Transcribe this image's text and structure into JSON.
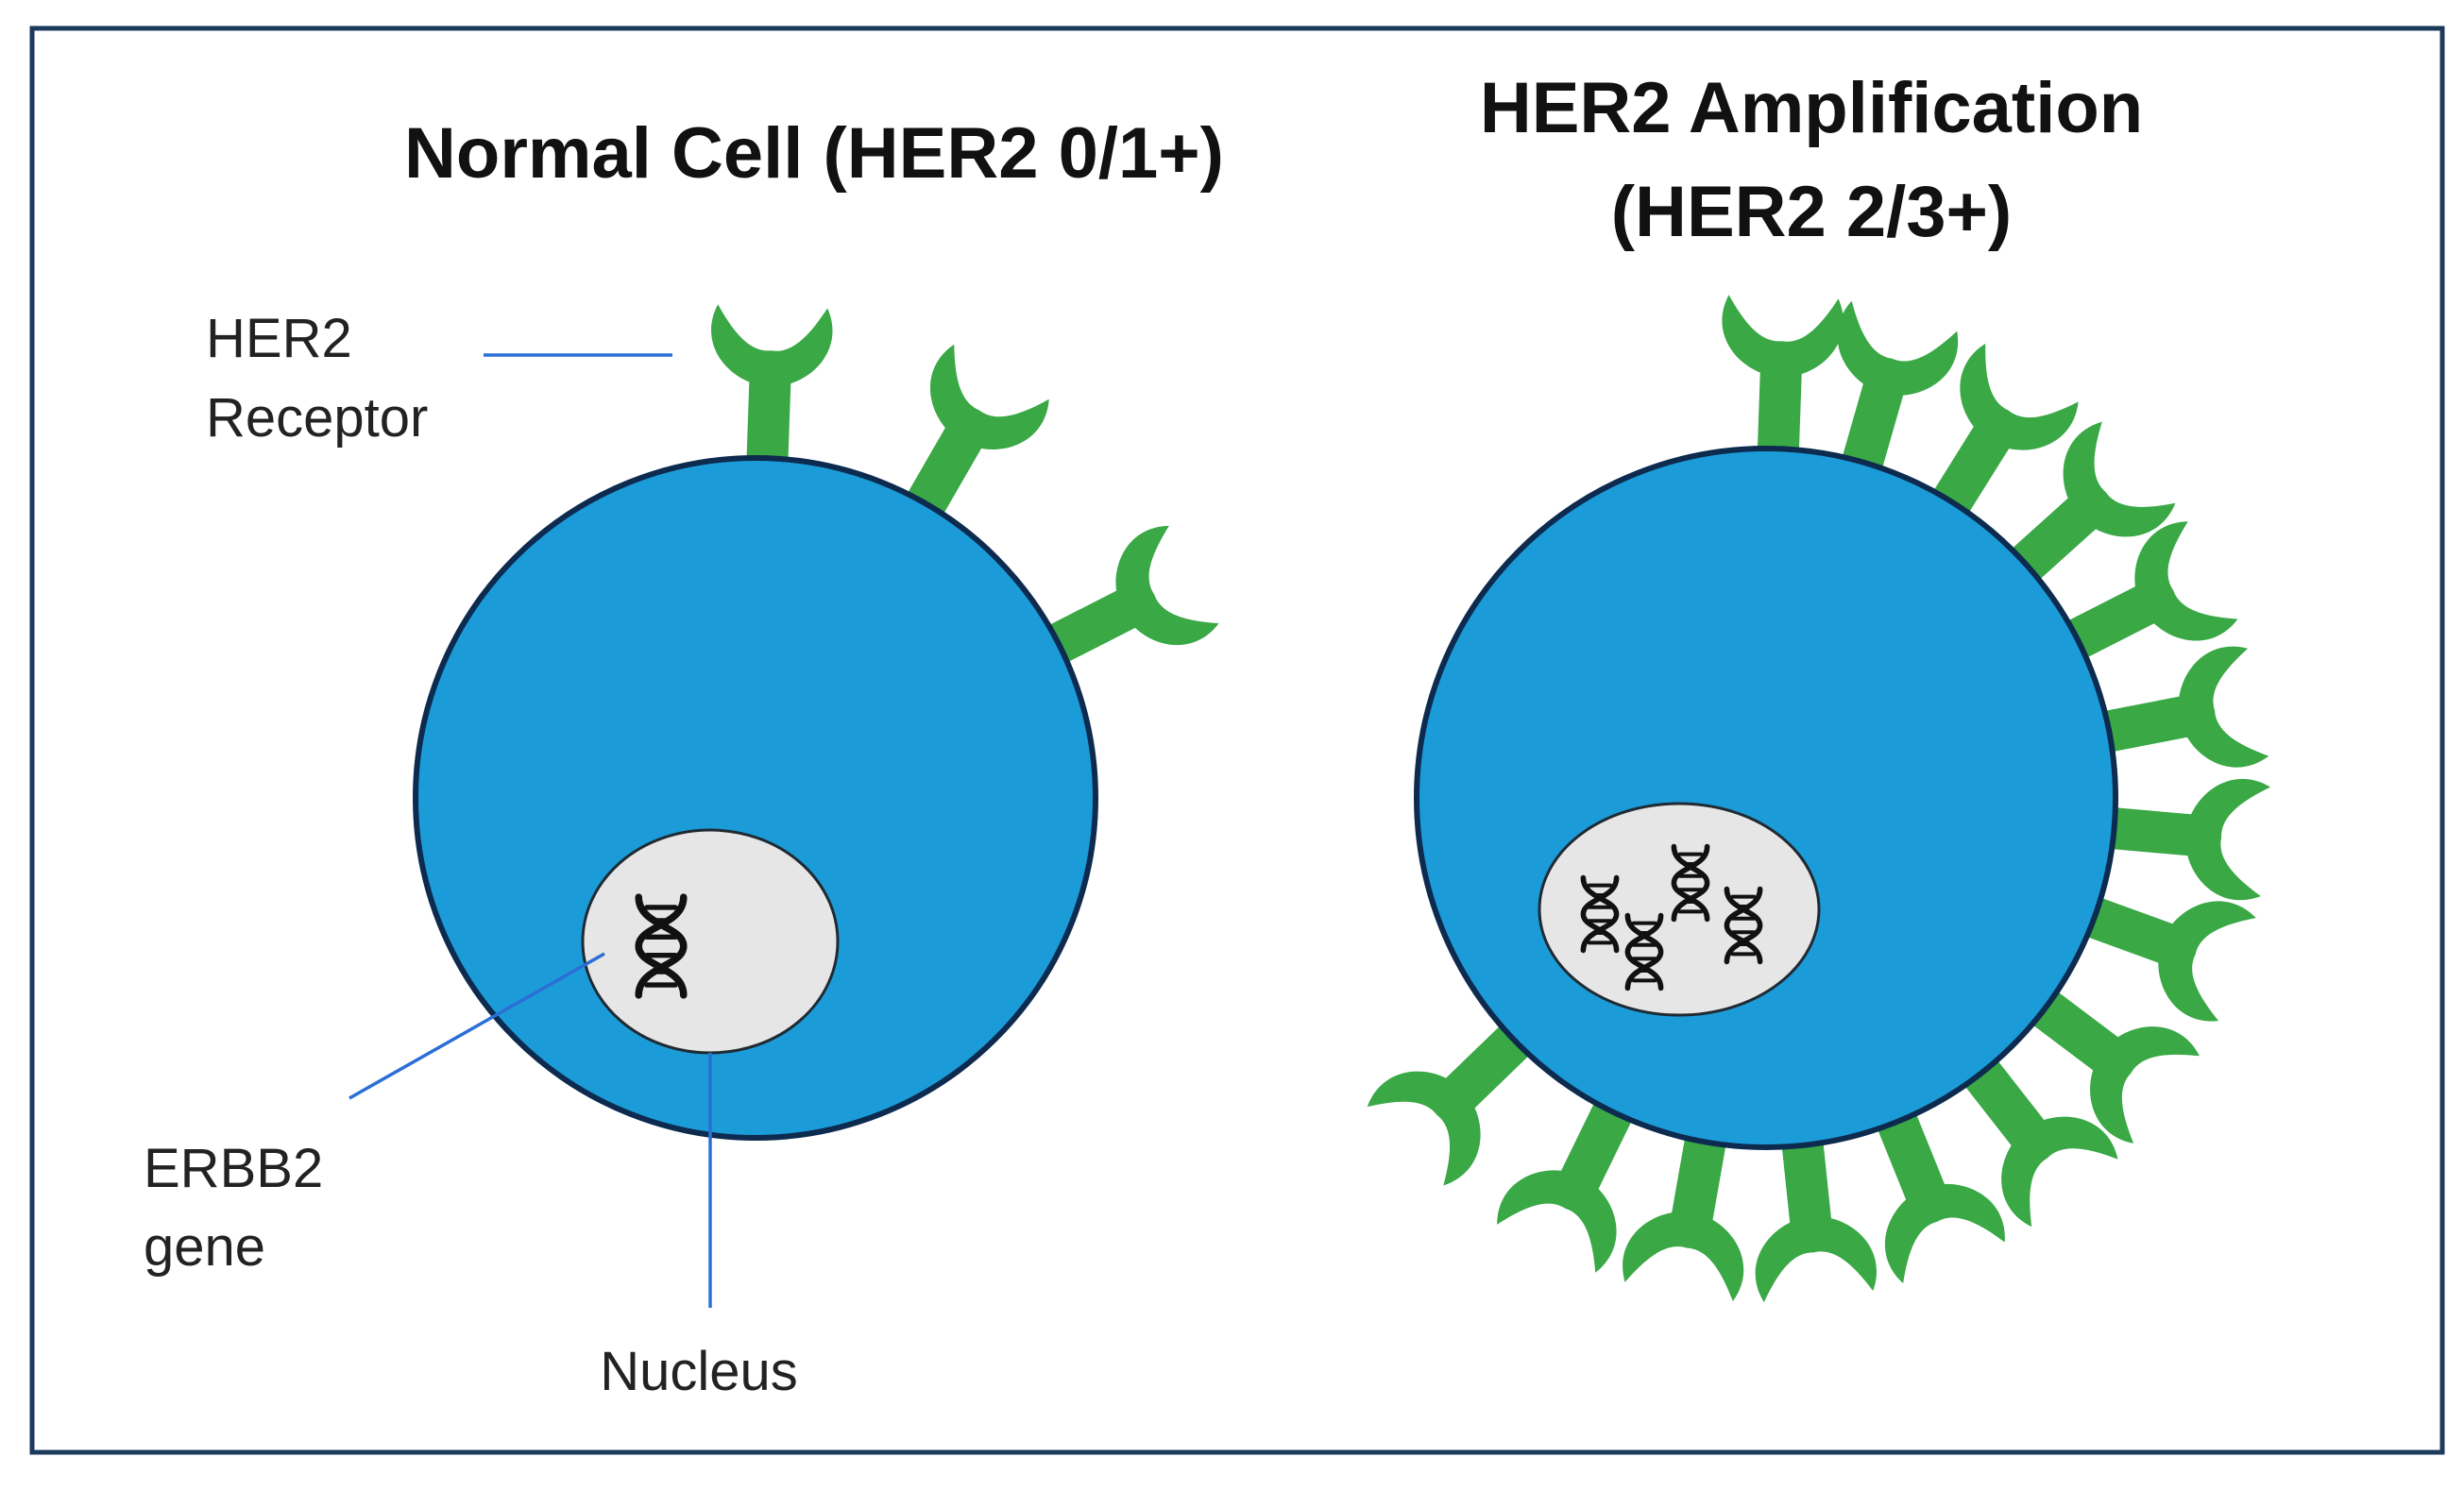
{
  "panels": {
    "normal": {
      "title": "Normal Cell (HER2 0/1+)"
    },
    "amplified": {
      "title_line1": "HER2 Amplification",
      "title_line2": "(HER2 2/3+)"
    }
  },
  "labels": {
    "receptor_line1": "HER2",
    "receptor_line2": "Receptor",
    "gene_line1": "ERBB2",
    "gene_line2": "gene",
    "nucleus": "Nucleus"
  },
  "colors": {
    "cell": "#1b9cd8",
    "cell_outline": "#0d2a4f",
    "receptor": "#39a845",
    "nucleus": "#e6e6e6",
    "leader_line": "#2b6fd6",
    "frame": "#1b3a5c"
  },
  "icons": {
    "receptor": "y-shaped-receptor-icon",
    "dna": "dna-helix-icon"
  },
  "counts": {
    "normal_receptors": 3,
    "normal_dna": 1,
    "amplified_receptors": 15,
    "amplified_dna": 4
  }
}
